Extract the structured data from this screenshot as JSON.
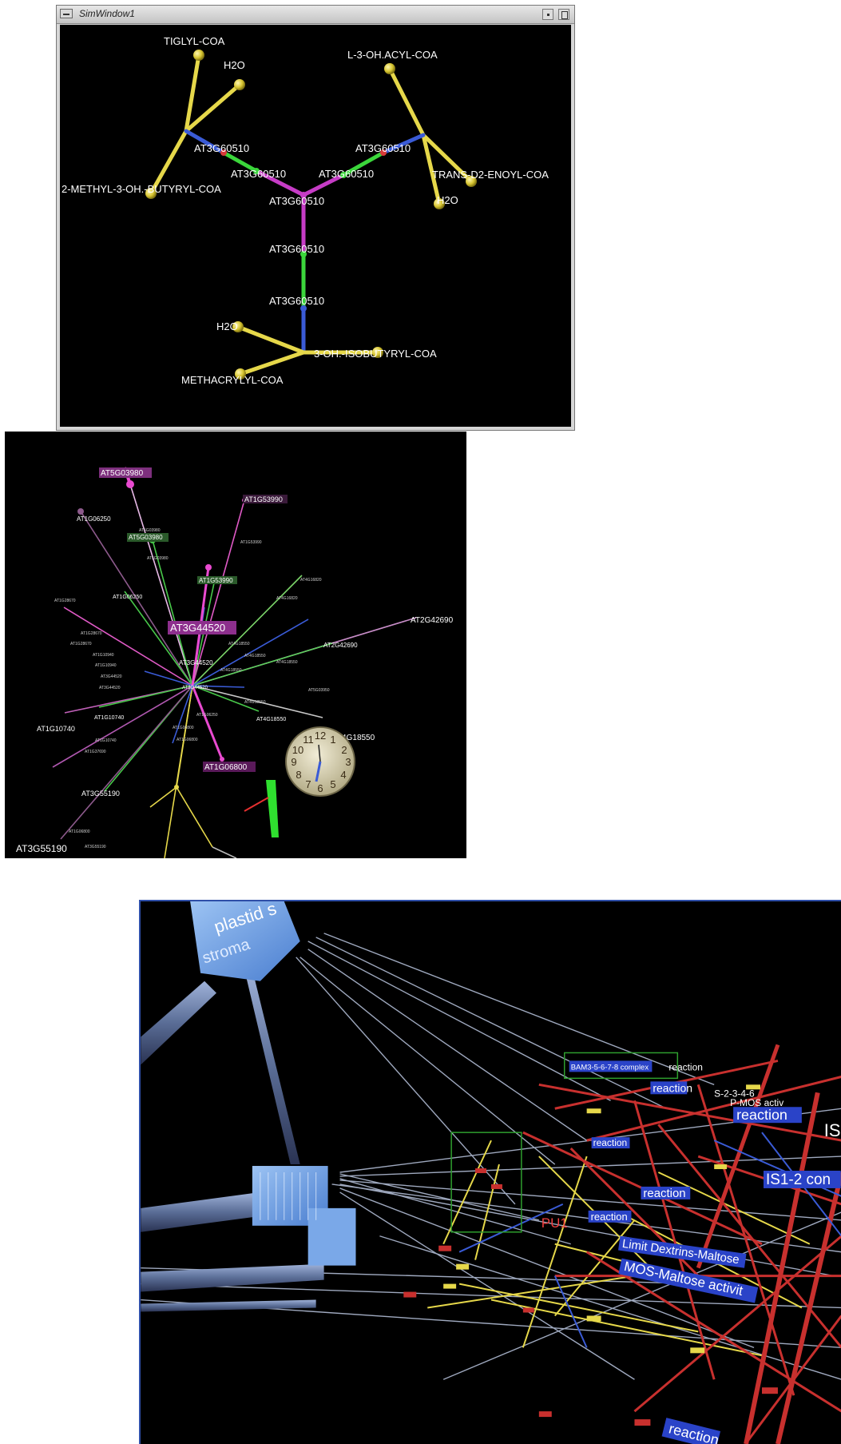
{
  "window1": {
    "title": "SimWindow1",
    "nodes": {
      "tiglyl": "TIGLYL-COA",
      "h2o_top_left": "H2O",
      "acyl": "L-3-OH.ACYL-COA",
      "gene_tl": "AT3G60510",
      "gene_tr": "AT3G60510",
      "gene_ml": "AT3G60510",
      "gene_mr": "AT3G60510",
      "methyl": "2-METHYL-3-OH.-BUTYRYL-COA",
      "trans": "TRANS-D2-ENOYL-COA",
      "gene_center": "AT3G60510",
      "h2o_right": "H2O",
      "gene_mid": "AT3G60510",
      "gene_low": "AT3G60510",
      "h2o_bottom": "H2O",
      "isobutyryl": "3-OH.-ISOBUTYRYL-COA",
      "methacrylyl": "METHACRYLYL-COA"
    }
  },
  "panel2": {
    "large_labels": {
      "at5g03980_top": "AT5G03980",
      "at1g53990_top": "AT1G53990",
      "at1g06250_top": "AT1G06250",
      "at5g03980_mid": "AT5G03980",
      "at1g53990_mid": "AT1G53990",
      "at1g06250_mid": "AT1G06250",
      "at3g44520_big": "AT3G44520",
      "at2g42690_far": "AT2G42690",
      "at2g42690_mid": "AT2G42690",
      "at1g10740_far": "AT1G10740",
      "at1g10740_mid": "AT1G10740",
      "at4g18550_far": "AT4G18550",
      "at4g18550_mid": "AT4G18550",
      "at1g06800": "AT1G06800",
      "at3g55190_mid": "AT3G55190",
      "at3g55190_far": "AT3G55190",
      "at3g44520_mid": "AT3G44520",
      "at3g44520_small": "AT3G44520"
    },
    "clock_numerals": [
      "12",
      "1",
      "2",
      "3",
      "4",
      "5",
      "6",
      "7",
      "8",
      "9",
      "10",
      "11"
    ]
  },
  "panel3": {
    "cube_labels": {
      "plastid": "plastid s",
      "stroma": "stroma"
    },
    "labels": {
      "bam_complex": "BAM3-5-6-7-8 complex",
      "reaction_1": "reaction",
      "reaction_2": "reaction",
      "reaction_3": "reaction",
      "reaction_4": "reaction",
      "reaction_5": "reaction",
      "reaction_6": "reaction",
      "reaction_7": "reaction",
      "mos_activ": "P-MOS activ",
      "s2346": "S-2-3-4-6",
      "is_tail": "IS",
      "is12con": "IS1-2 con",
      "pu1": "PU1",
      "limit_dextrins": "Limit Dextrins-Maltose",
      "mos_maltose": "MOS-Maltose activit"
    }
  },
  "colors": {
    "yellow": "#e6d84a",
    "blue": "#3a5bd6",
    "green": "#3bd63b",
    "magenta": "#c63cc6",
    "red": "#d83a3a",
    "panel3_label_bg": "#2a43c8",
    "panel3_red": "#c8302e"
  }
}
